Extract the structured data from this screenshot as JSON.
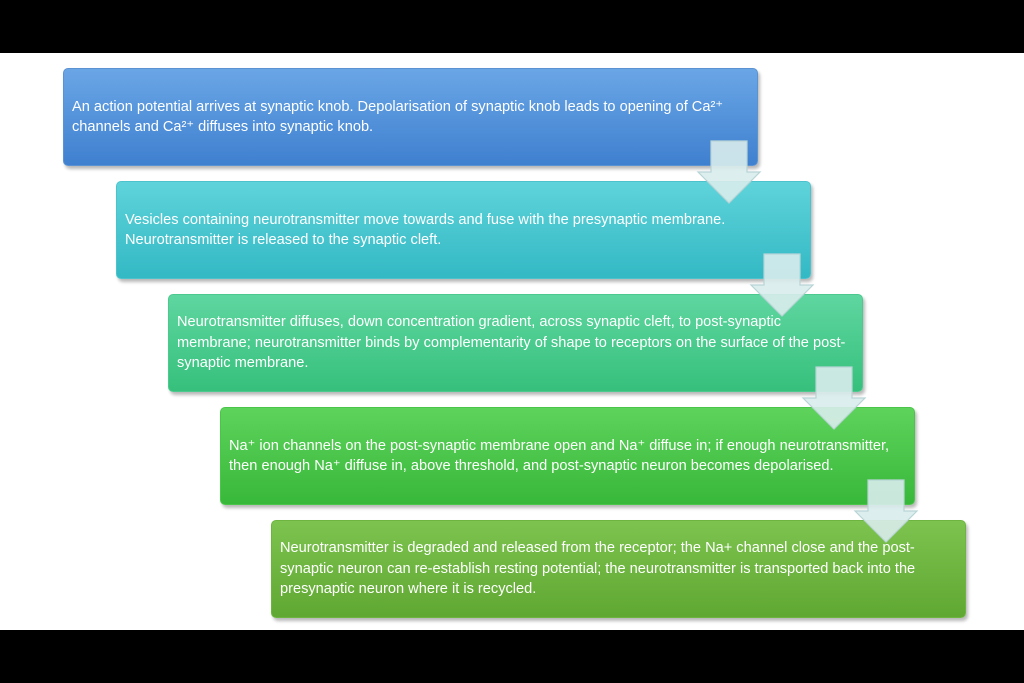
{
  "steps": [
    {
      "text": "An action potential arrives at synaptic knob. Depolarisation of synaptic knob leads to opening of Ca²⁺ channels and Ca²⁺ diffuses into synaptic knob."
    },
    {
      "text": "Vesicles containing neurotransmitter move towards and fuse with the presynaptic membrane. Neurotransmitter is released to the synaptic cleft."
    },
    {
      "text": "Neurotransmitter diffuses, down concentration gradient, across synaptic cleft, to post-synaptic membrane; neurotransmitter binds by complementarity of shape to receptors on the surface of the post-synaptic membrane."
    },
    {
      "text": "Na⁺ ion channels on the post-synaptic membrane open and Na⁺ diffuse in; if enough neurotransmitter, then enough Na⁺ diffuse in, above threshold, and post-synaptic neuron becomes depolarised."
    },
    {
      "text": "Neurotransmitter is degraded and released from the receptor; the Na+ channel close and the post-synaptic neuron can re-establish resting potential; the neurotransmitter is transported back into the presynaptic neuron where it is recycled."
    }
  ],
  "colors": {
    "step1": "#4a8ad8",
    "step2": "#3dc2cc",
    "step3": "#40c688",
    "step4": "#42bf42",
    "step5": "#6aae3c",
    "arrow": "#d9ecec"
  }
}
